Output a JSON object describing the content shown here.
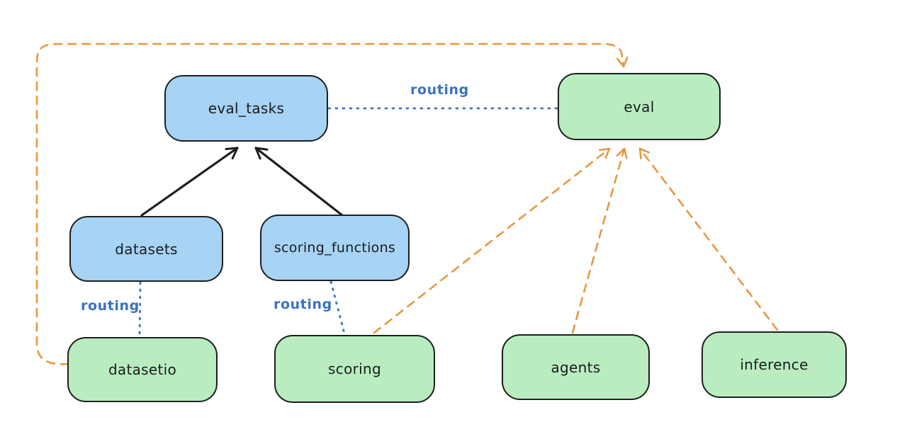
{
  "diagram": {
    "background": "#ffffff",
    "colors": {
      "node_blue_fill": "#a7d3f4",
      "node_green_fill": "#b9edc0",
      "node_border": "#1e1e1e",
      "edge_black": "#1e1e1e",
      "edge_orange": "#e8973f",
      "edge_blue": "#3a72c2",
      "label_text": "#1b1b1f"
    },
    "nodes": {
      "eval_tasks": {
        "label": "eval_tasks",
        "color": "blue"
      },
      "eval": {
        "label": "eval",
        "color": "green"
      },
      "datasets": {
        "label": "datasets",
        "color": "blue"
      },
      "scoring_functions": {
        "label": "scoring_functions",
        "color": "blue"
      },
      "datasetio": {
        "label": "datasetio",
        "color": "green"
      },
      "scoring": {
        "label": "scoring",
        "color": "green"
      },
      "agents": {
        "label": "agents",
        "color": "green"
      },
      "inference": {
        "label": "inference",
        "color": "green"
      }
    },
    "edge_labels": {
      "routing_top": "routing",
      "routing_datasets": "routing",
      "routing_scoring": "routing"
    },
    "edges": [
      {
        "from": "datasets",
        "to": "eval_tasks",
        "style": "solid",
        "color": "black",
        "arrow": true,
        "label": ""
      },
      {
        "from": "scoring_functions",
        "to": "eval_tasks",
        "style": "solid",
        "color": "black",
        "arrow": true,
        "label": ""
      },
      {
        "from": "eval_tasks",
        "to": "eval",
        "style": "dotted",
        "color": "blue",
        "arrow": false,
        "label": "routing"
      },
      {
        "from": "datasets",
        "to": "datasetio",
        "style": "dotted",
        "color": "blue",
        "arrow": false,
        "label": "routing"
      },
      {
        "from": "scoring_functions",
        "to": "scoring",
        "style": "dotted",
        "color": "blue",
        "arrow": false,
        "label": "routing"
      },
      {
        "from": "datasetio",
        "to": "eval",
        "style": "dashed",
        "color": "orange",
        "arrow": true,
        "label": ""
      },
      {
        "from": "scoring",
        "to": "eval",
        "style": "dashed",
        "color": "orange",
        "arrow": true,
        "label": ""
      },
      {
        "from": "agents",
        "to": "eval",
        "style": "dashed",
        "color": "orange",
        "arrow": true,
        "label": ""
      },
      {
        "from": "inference",
        "to": "eval",
        "style": "dashed",
        "color": "orange",
        "arrow": true,
        "label": ""
      }
    ]
  }
}
